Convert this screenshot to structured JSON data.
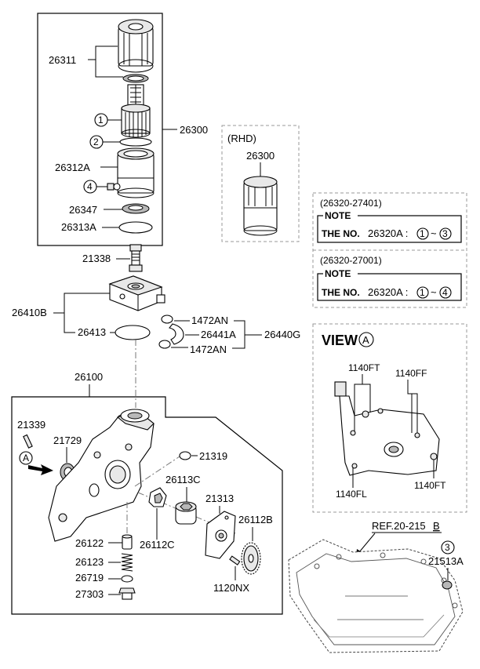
{
  "filter_assembly": {
    "part_26311": "26311",
    "part_26300": "26300",
    "part_26312A": "26312A",
    "part_26347": "26347",
    "part_26313A": "26313A",
    "circle_1": "1",
    "circle_2": "2",
    "circle_4": "4"
  },
  "rhd": {
    "title": "(RHD)",
    "part": "26300"
  },
  "notes": [
    {
      "code": "(26320-27401)",
      "heading": "NOTE",
      "prefix": "THE NO.",
      "part": "26320A :",
      "from": "1",
      "sep": "~",
      "to": "3"
    },
    {
      "code": "(26320-27001)",
      "heading": "NOTE",
      "prefix": "THE NO.",
      "part": "26320A :",
      "from": "1",
      "sep": "~",
      "to": "4"
    }
  ],
  "cooler": {
    "part_21338": "21338",
    "part_26410B": "26410B",
    "part_26413": "26413",
    "part_1472AN_top": "1472AN",
    "part_26441A": "26441A",
    "part_1472AN_bottom": "1472AN",
    "part_26440G": "26440G"
  },
  "view_a": {
    "title": "VIEW",
    "circle": "A",
    "label_1140FT_top": "1140FT",
    "label_1140FF": "1140FF",
    "label_1140FL": "1140FL",
    "label_1140FT_bottom": "1140FT"
  },
  "pump": {
    "part_26100": "26100",
    "part_21339": "21339",
    "part_21729": "21729",
    "part_21319": "21319",
    "part_26113C": "26113C",
    "part_21313": "21313",
    "part_26112B": "26112B",
    "part_26122": "26122",
    "part_26112C": "26112C",
    "part_26123": "26123",
    "part_26719": "26719",
    "part_27303": "27303",
    "part_1120NX": "1120NX",
    "circle_A": "A"
  },
  "oil_pan": {
    "ref_prefix": "REF.20-215",
    "ref_suffix": "B",
    "part_21513A": "21513A",
    "circle_3": "3"
  }
}
